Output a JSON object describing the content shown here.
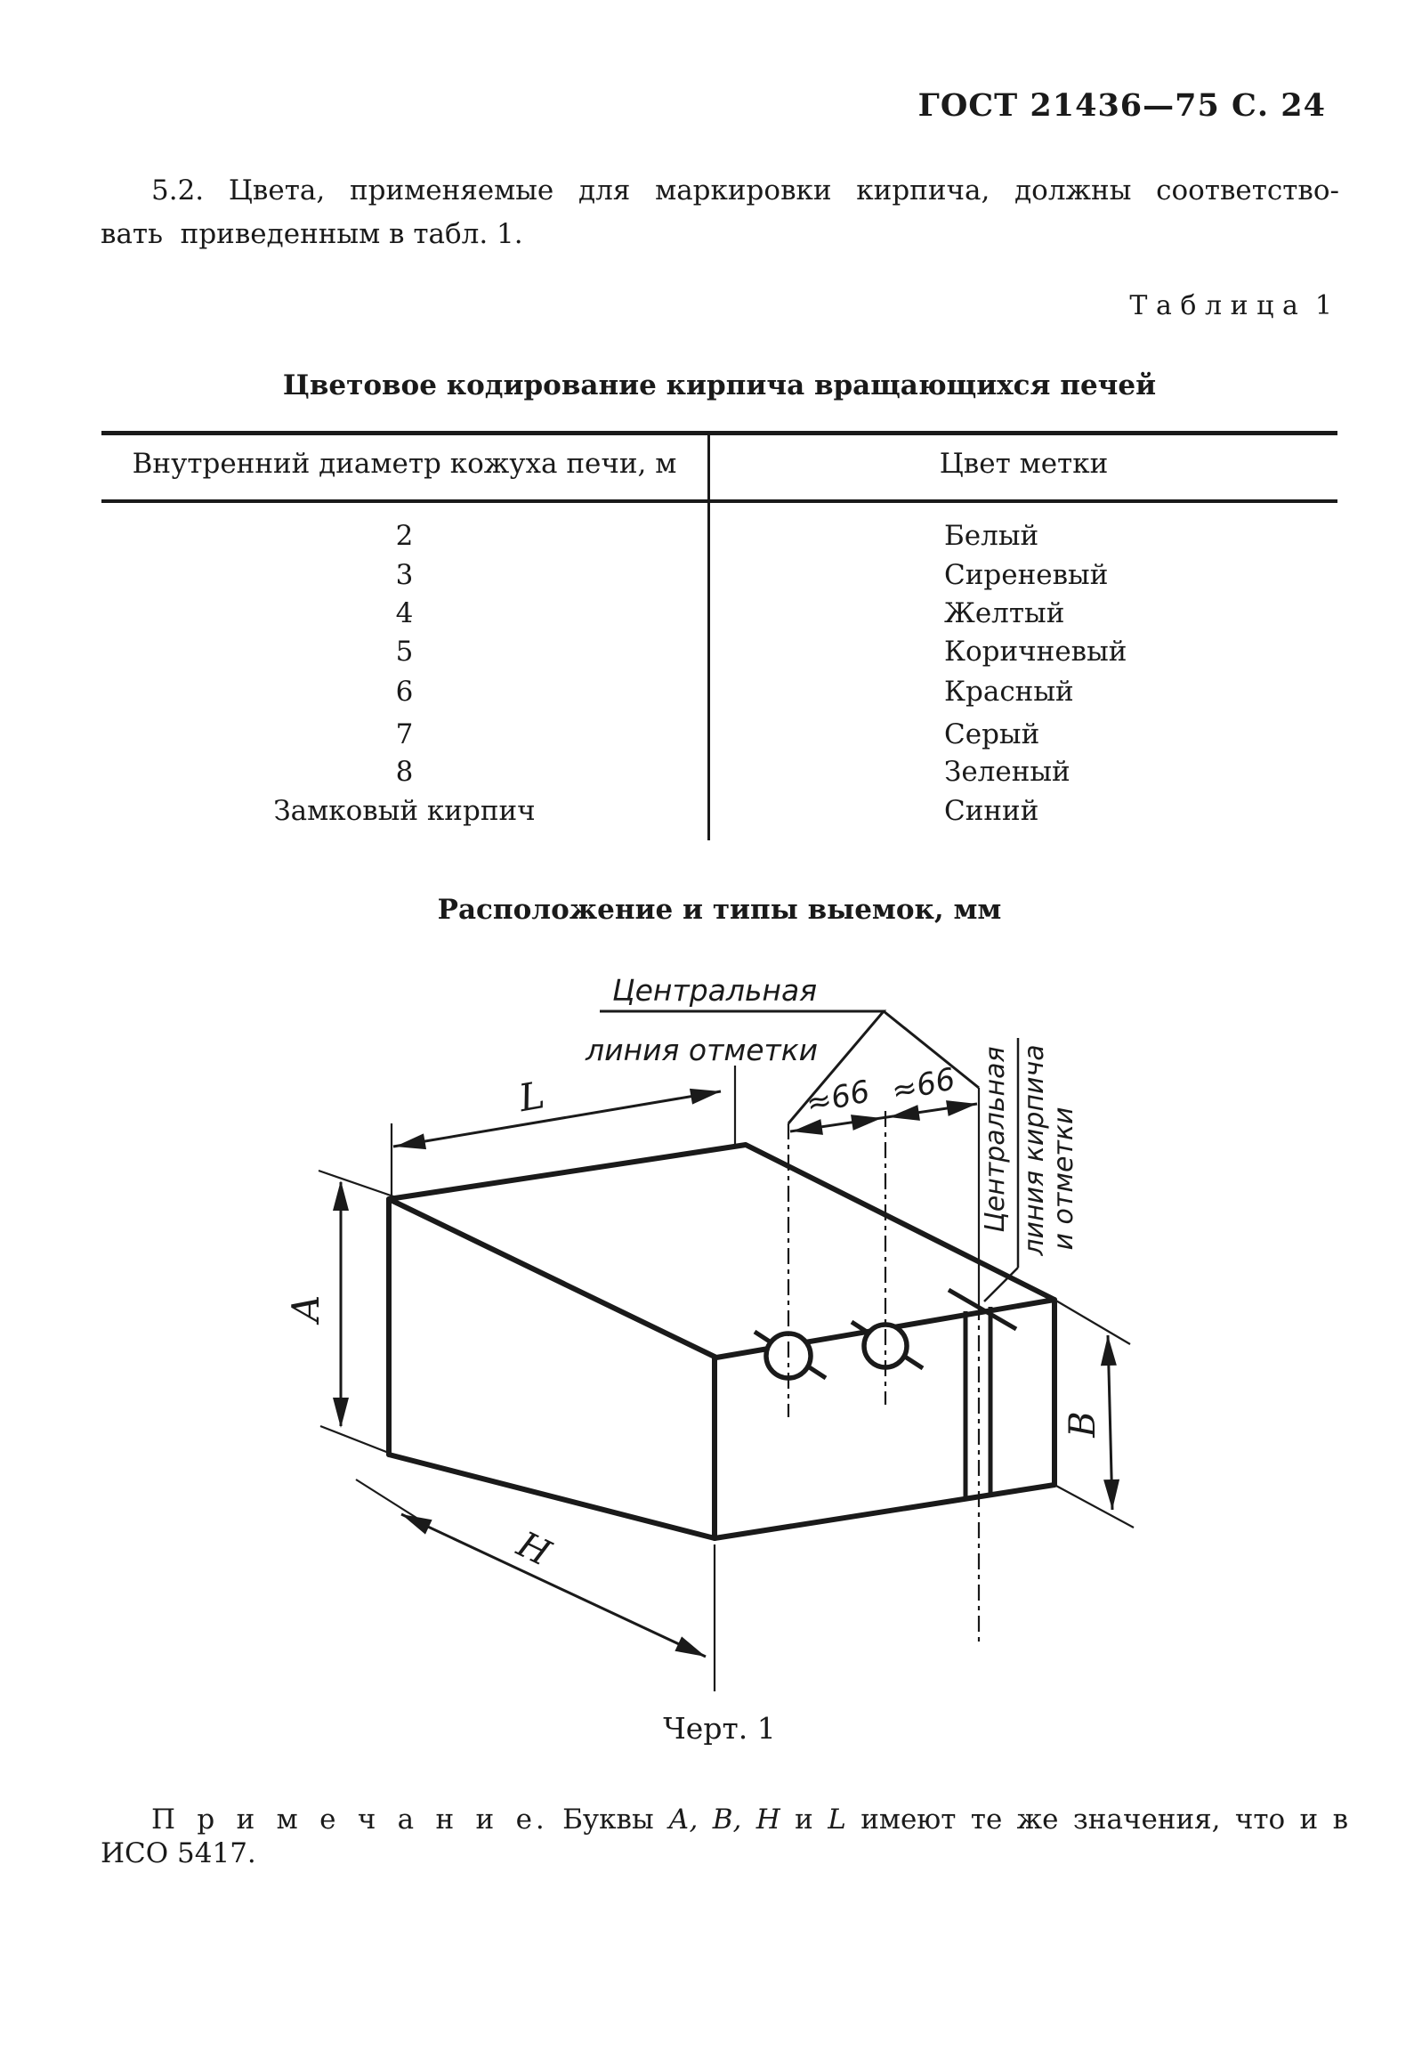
{
  "header": {
    "title": "ГОСТ 21436—75 С. 24"
  },
  "paragraph": {
    "line1": "5.2. Цвета, применяемые для маркировки кирпича, должны соответство-",
    "line2": "вать  приведенным в табл. 1."
  },
  "table": {
    "label": "Т а б л и ц а  1",
    "title": "Цветовое кодирование кирпича вращающихся печей",
    "col1_header": "Внутренний диаметр кожуха печи, м",
    "col2_header": "Цвет метки",
    "rows": [
      {
        "diameter": "2",
        "color": "Белый"
      },
      {
        "diameter": "3",
        "color": "Сиреневый"
      },
      {
        "diameter": "4",
        "color": "Желтый"
      },
      {
        "diameter": "5",
        "color": "Коричневый"
      },
      {
        "diameter": "6",
        "color": "Красный"
      },
      {
        "diameter": "7",
        "color": "Серый"
      },
      {
        "diameter": "8",
        "color": "Зеленый"
      },
      {
        "diameter": "Замковый кирпич",
        "color": "Синий"
      }
    ]
  },
  "figure": {
    "section_title": "Расположение и типы выемок, мм",
    "caption": "Черт. 1",
    "annotations": {
      "mark_center_line_1": "Центральная",
      "mark_center_line_2": "линия отметки",
      "spacing_left": "≈66",
      "spacing_right": "≈66",
      "brick_center_line_1": "Центральная",
      "brick_center_line_2": "линия кирпича",
      "brick_center_line_3": "и отметки",
      "dim_L": "L",
      "dim_A": "A",
      "dim_H": "H",
      "dim_B": "B"
    }
  },
  "note": {
    "label": "П р и м е ч а н и е.",
    "text_before": "Буквы",
    "letters1": "А,  В,  Н",
    "conjunction": "и",
    "letters2": "L",
    "text_after": "имеют те же значения, что и в",
    "line2": "ИСО 5417."
  },
  "colors": {
    "ink": "#1a1a1a",
    "paper": "#ffffff"
  }
}
